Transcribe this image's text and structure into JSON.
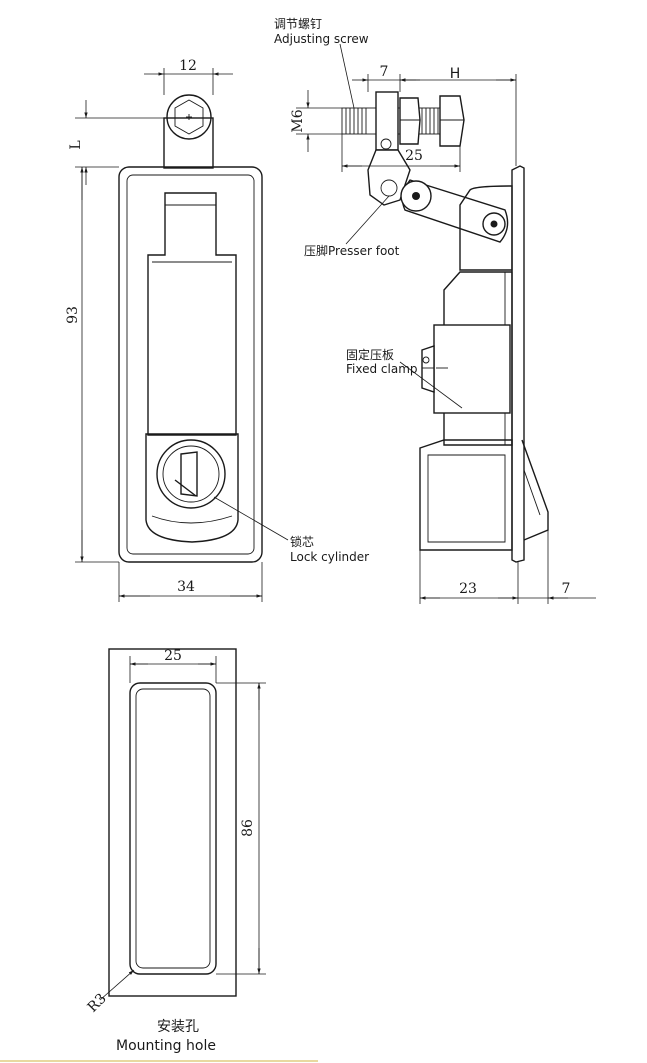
{
  "front_view": {
    "dim_width_top": "12",
    "dim_height": "93",
    "dim_width_bottom": "34",
    "dim_L": "L"
  },
  "side_view": {
    "dim_7_top": "7",
    "dim_H": "H",
    "dim_M6": "M6",
    "dim_25": "25",
    "dim_23": "23",
    "dim_7_bottom": "7",
    "label_adjusting_screw_cn": "调节螺钉",
    "label_adjusting_screw_en": "Adjusting screw",
    "label_presser_foot": "压脚Presser foot",
    "label_fixed_clamp_cn": "固定压板",
    "label_fixed_clamp_en": "Fixed clamp",
    "label_lock_cylinder_cn": "锁芯",
    "label_lock_cylinder_en": "Lock cylinder"
  },
  "mounting_view": {
    "dim_25": "25",
    "dim_86": "86",
    "dim_R3": "R3",
    "title_cn": "安装孔",
    "title_en": "Mounting hole"
  }
}
